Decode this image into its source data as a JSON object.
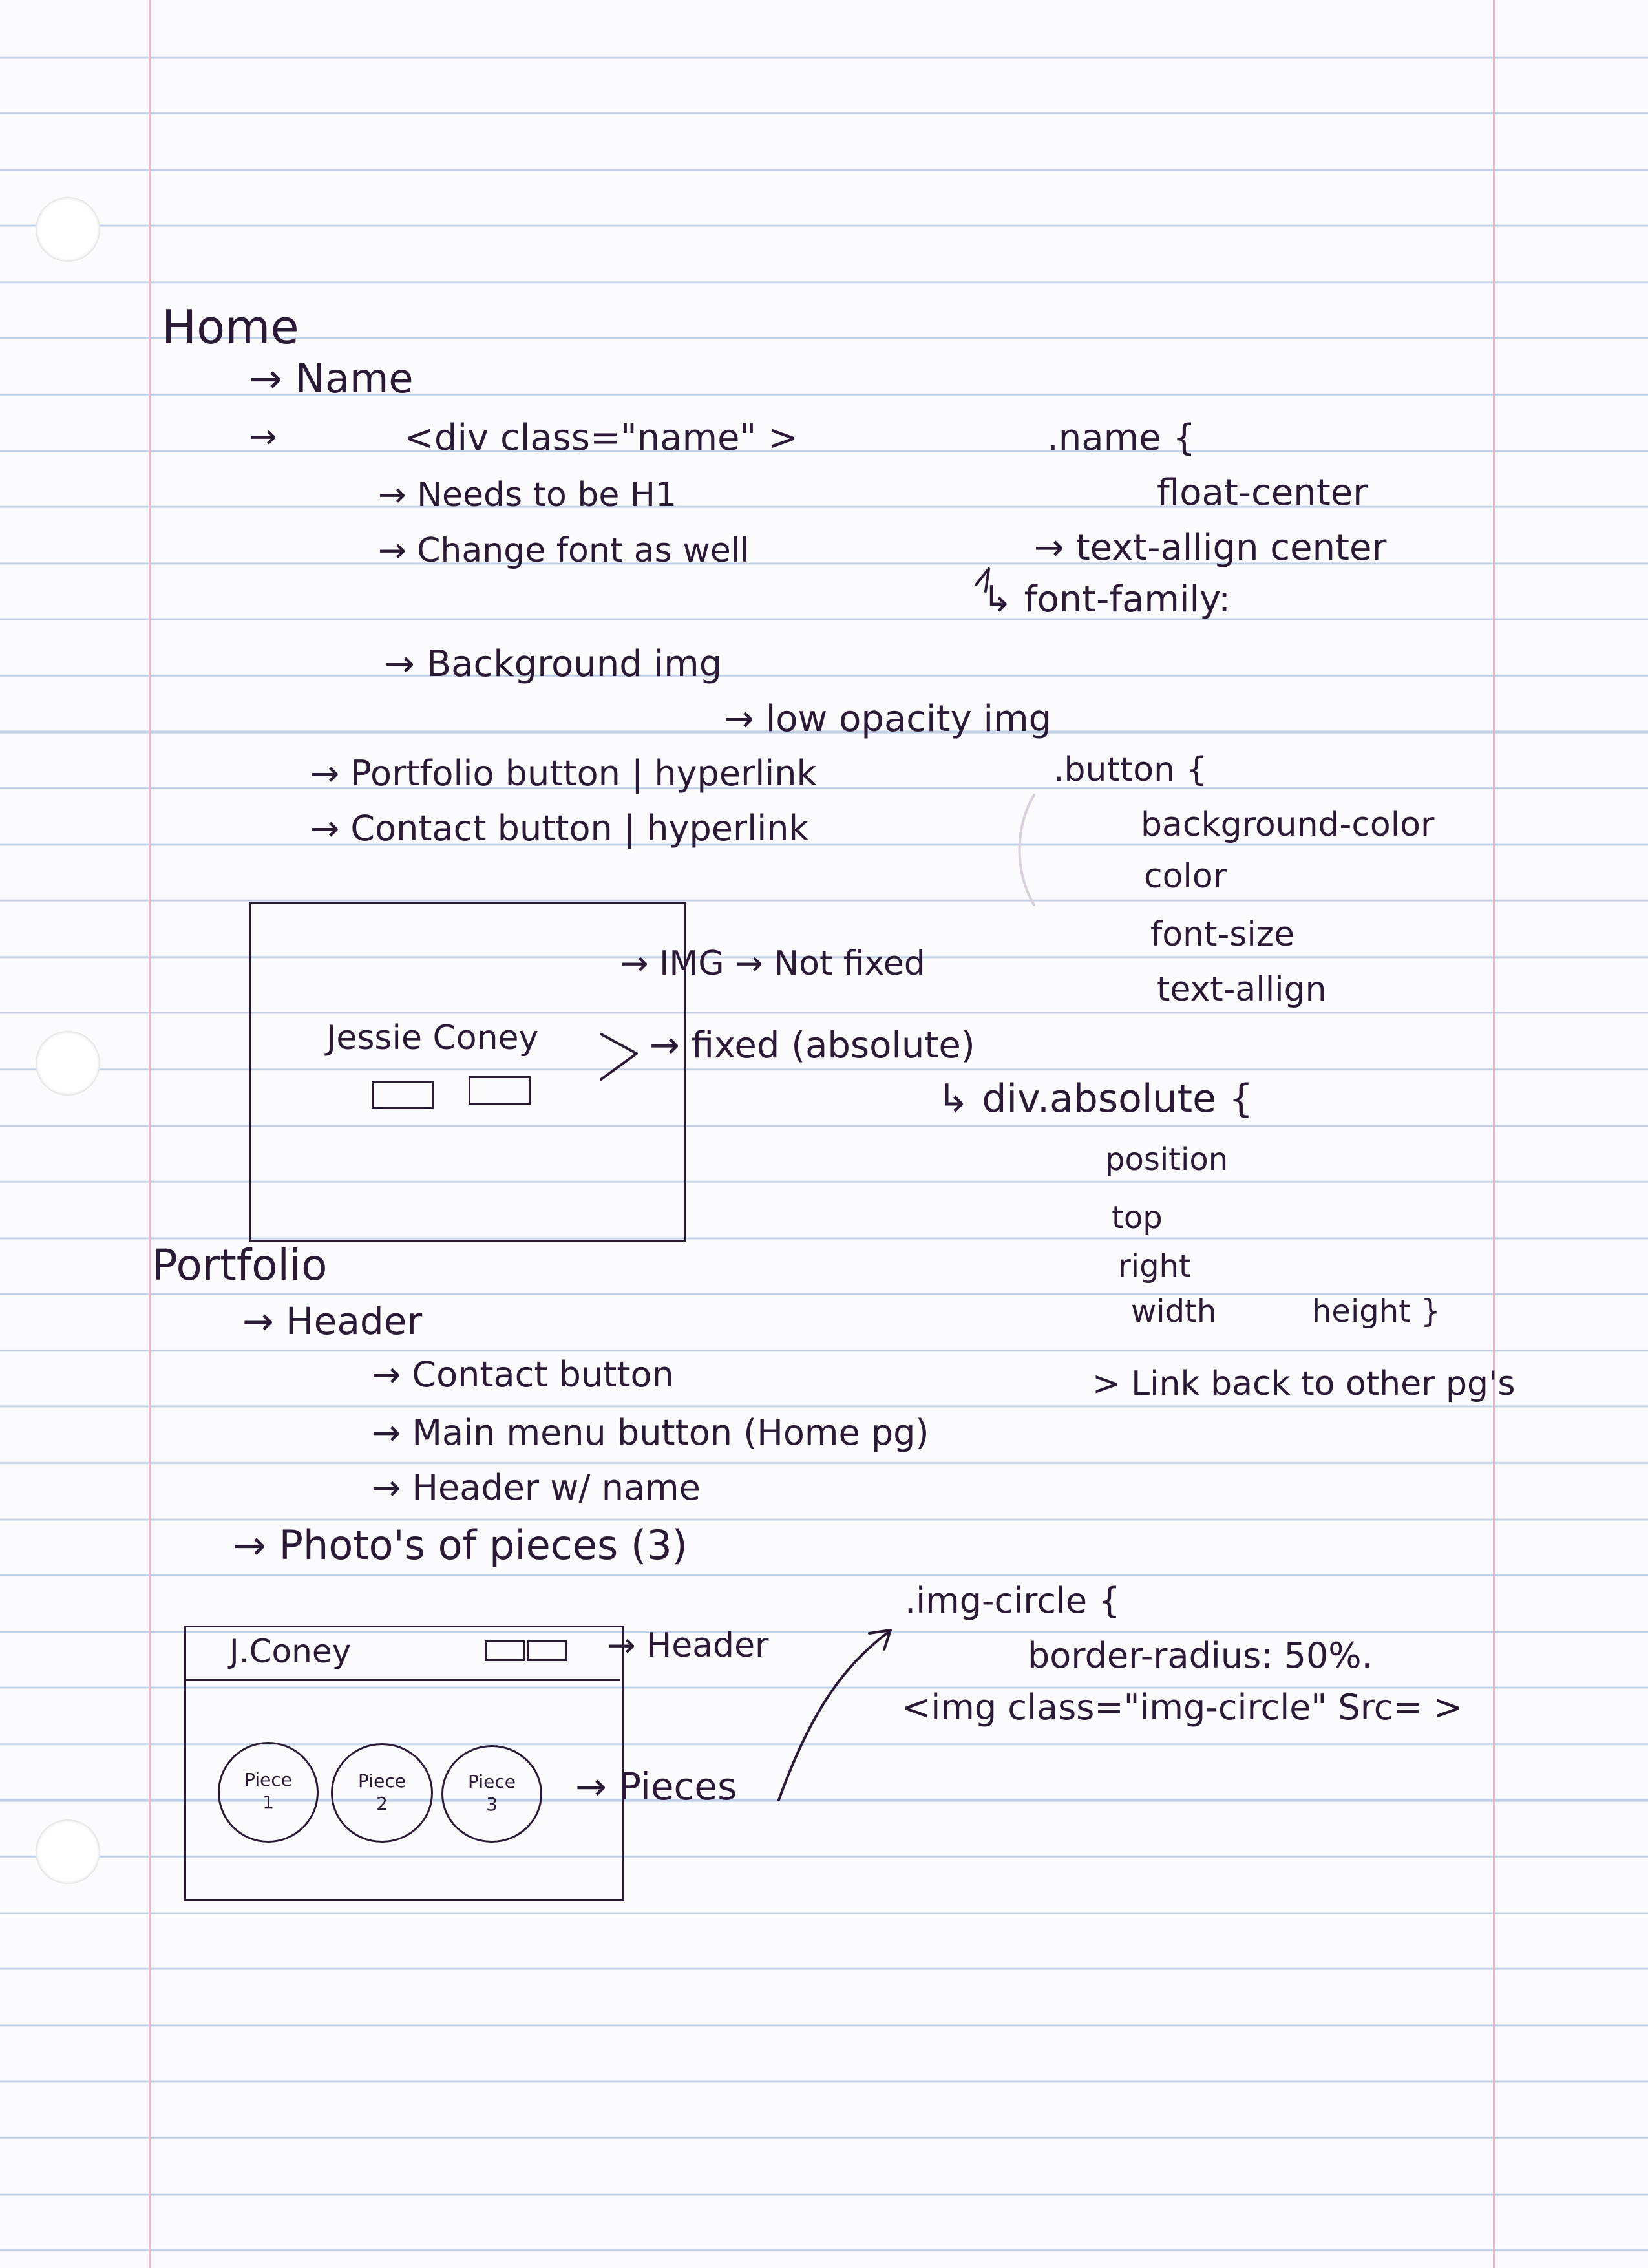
{
  "notes": {
    "home_heading": "Home",
    "name_item": "→ Name",
    "arrow_only": "→",
    "div_class_line": "<div class=\"name\" >",
    "needs_h1": "→ Needs to be H1",
    "change_font": "→ Change font as well",
    "name_rule_open": ".name {",
    "float_center": "float-center",
    "text_allign_center": "→ text-allign center",
    "font_family": "↳ font-family:",
    "background_img": "→ Background img",
    "low_opacity": "→ low opacity img",
    "portfolio_button": "→ Portfolio button | hyperlink",
    "contact_button": "→ Contact button | hyperlink",
    "button_rule_open": ".button {",
    "prop_background_color": "background-color",
    "prop_color": "color",
    "prop_font_size": "font-size",
    "prop_text_allign": "text-allign",
    "sketch_name": "Jessie Coney",
    "img_not_fixed": "→ IMG → Not fixed",
    "fixed_absolute": "→ fixed (absolute)",
    "div_absolute": "↳ div.absolute {",
    "prop_position": "position",
    "prop_top": "top",
    "prop_right": "right",
    "prop_width": "width",
    "prop_height": "height }",
    "link_back": "> Link back to other pg's",
    "portfolio_heading": "Portfolio",
    "header_item": "→ Header",
    "contact_button_item": "→ Contact button",
    "main_menu_button": "→ Main menu button (Home pg)",
    "header_with_name": "→ Header w/ name",
    "photos_of_pieces": "→ Photo's of pieces (3)",
    "sketch_header_name": "J.Coney",
    "header_label": "→ Header",
    "pieces_label": "→ Pieces",
    "piece_1": "Piece 1",
    "piece_2": "Piece 2",
    "piece_3": "Piece 3",
    "img_circle_rule": ".img-circle {",
    "border_radius": "border-radius: 50%.",
    "img_class_line": "<img class=\"img-circle\" Src= >"
  }
}
